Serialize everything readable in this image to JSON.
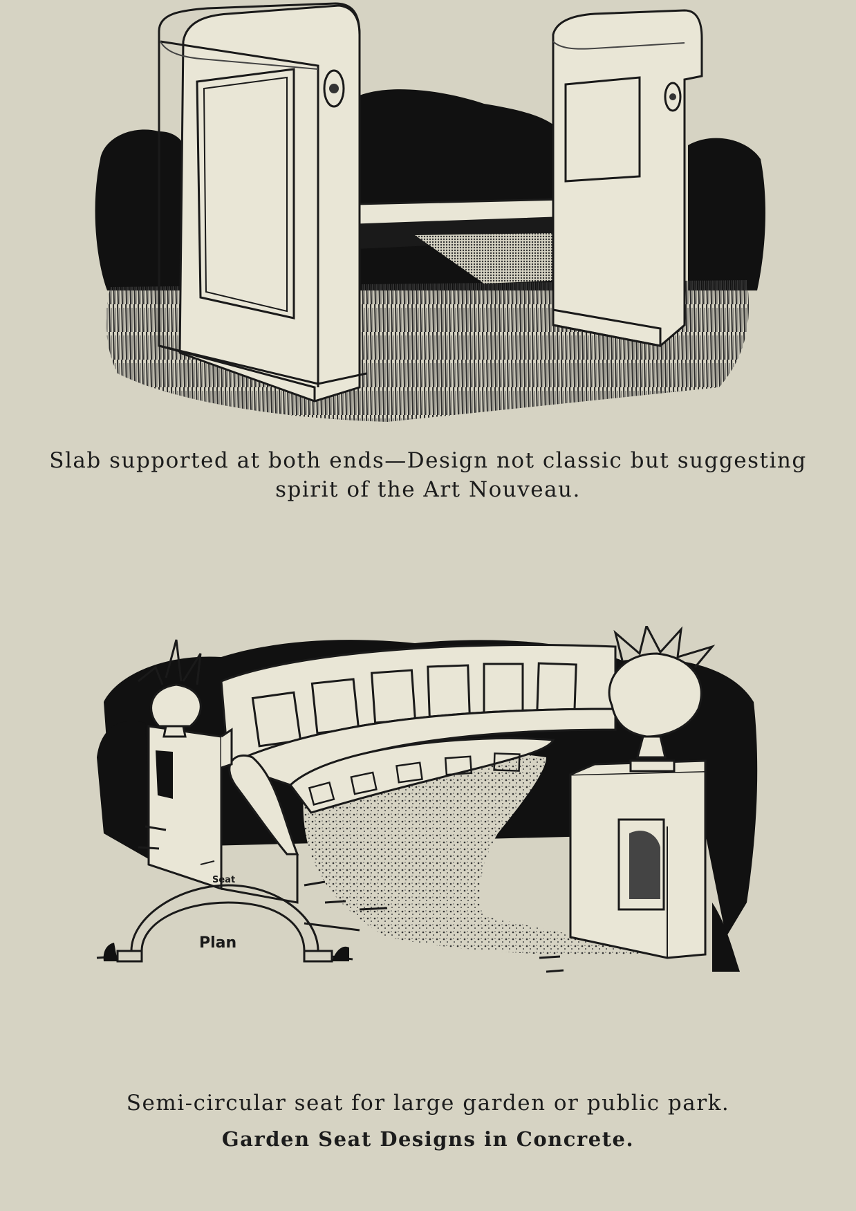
{
  "figures": [
    {
      "caption_line1": "Slab supported at both ends—Design not classic but suggesting",
      "caption_line2": "spirit of the Art Nouveau."
    },
    {
      "caption": "Semi-circular seat for large garden or public park.",
      "plan_seat_label": "Seat",
      "plan_label": "Plan"
    }
  ],
  "plate_title": "Garden Seat Designs in Concrete."
}
